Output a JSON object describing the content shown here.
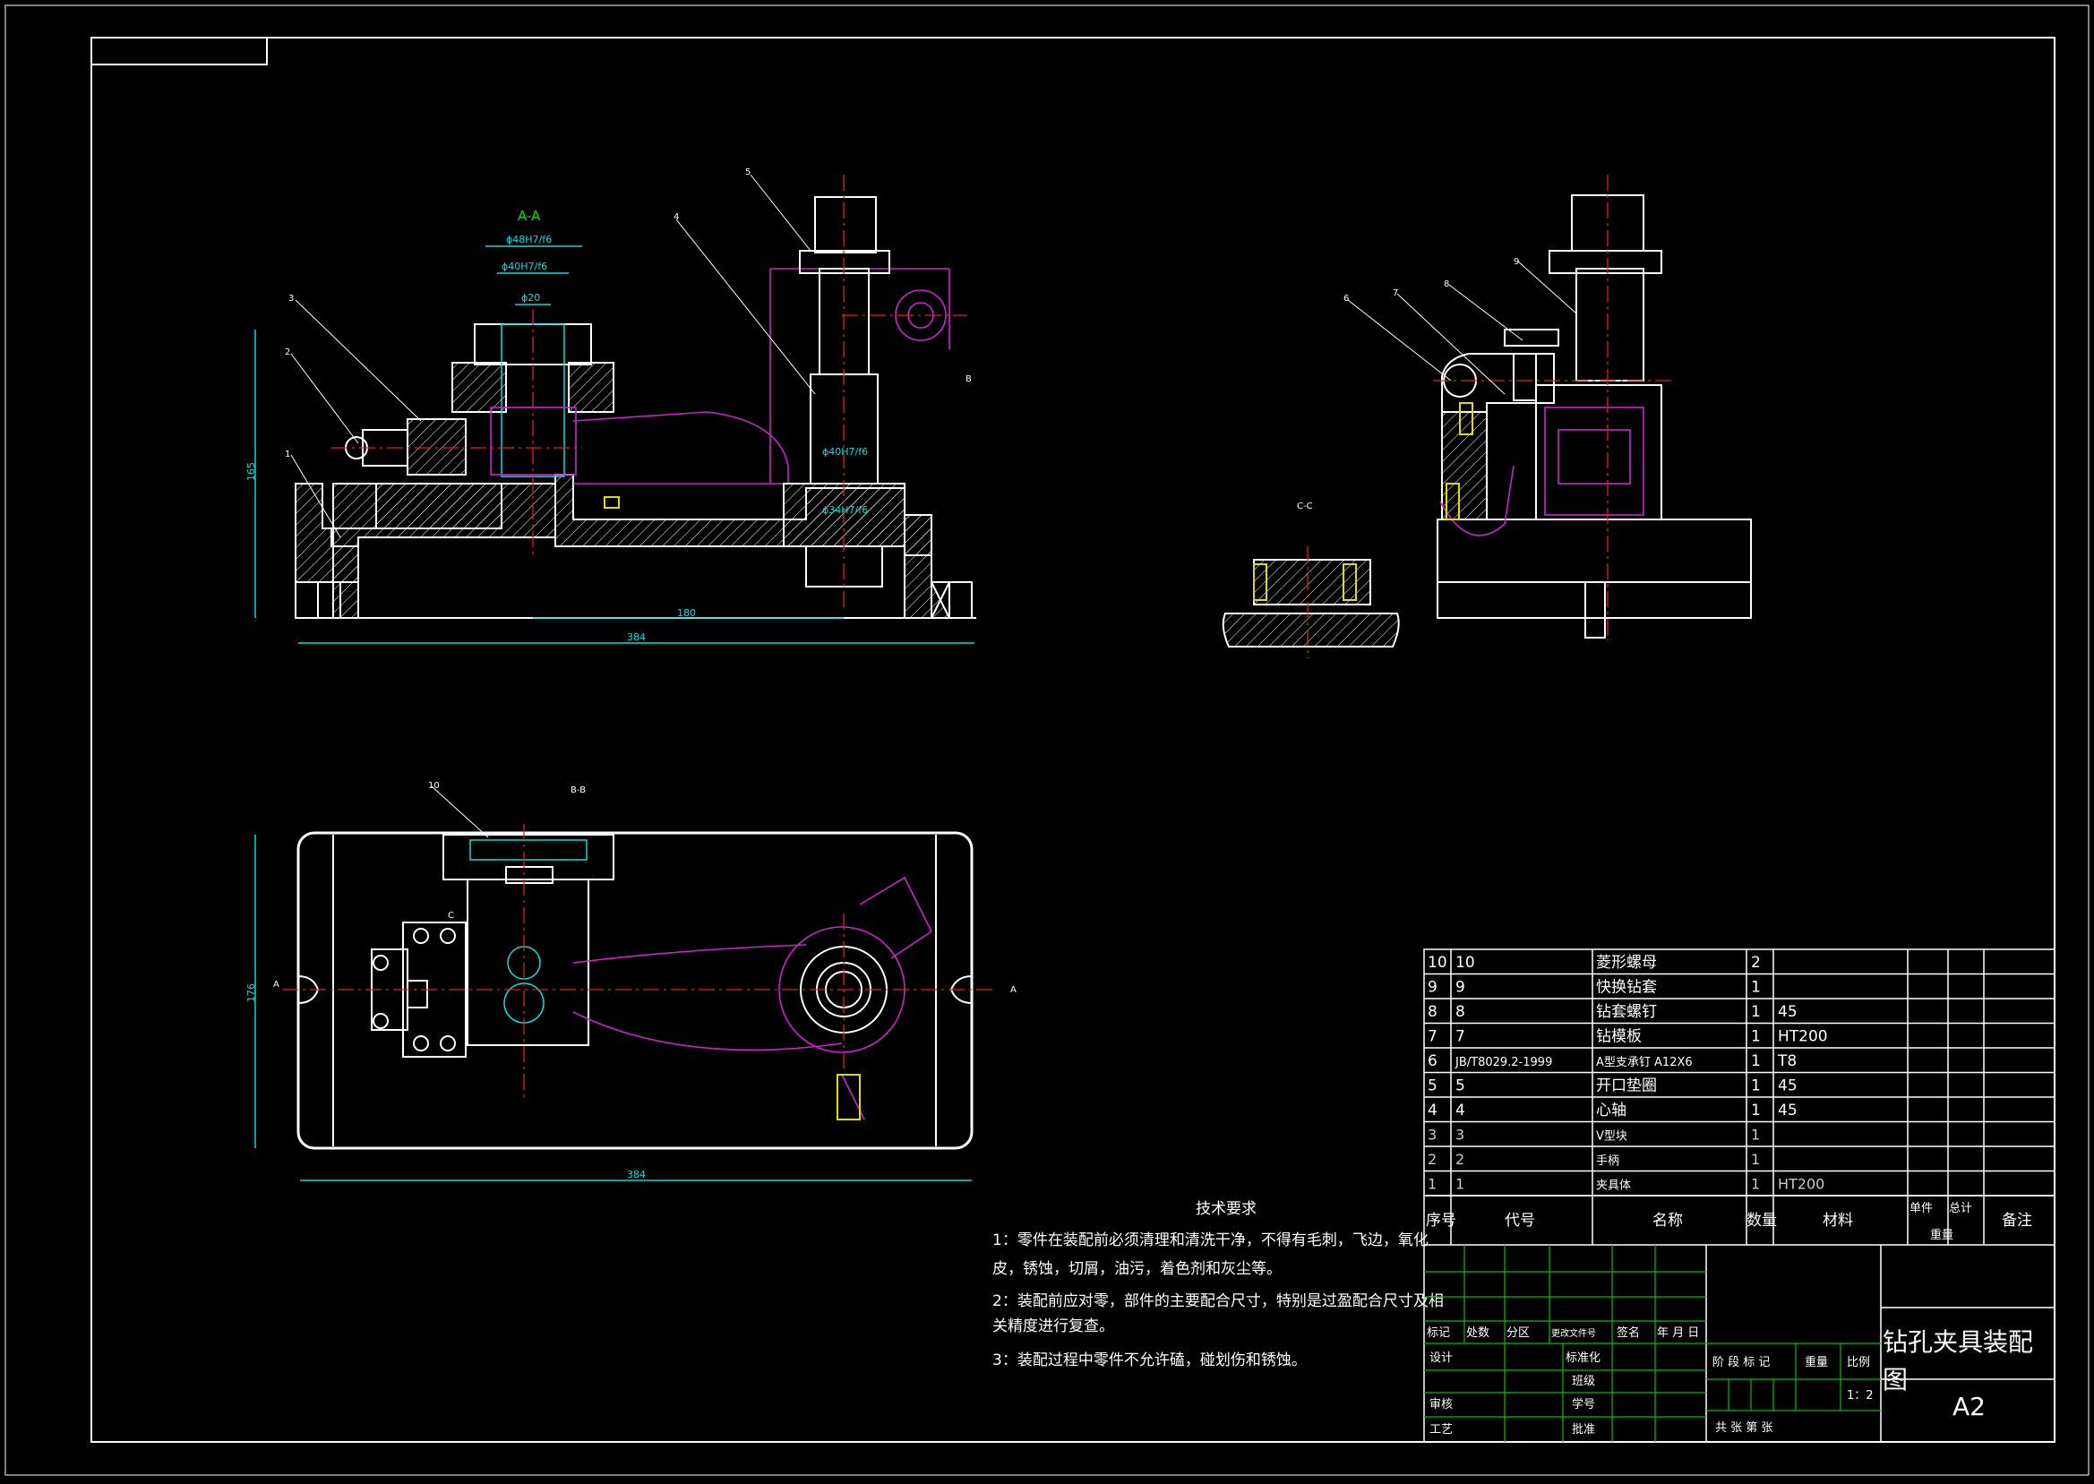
{
  "views": {
    "section_aa_label": "A-A",
    "section_cc_label": "C-C",
    "section_bb_label": "B-B",
    "arrow_a_label": "A",
    "arrow_b_label": "B",
    "arrow_c_label": "C",
    "callouts": [
      "1",
      "2",
      "3",
      "4",
      "5",
      "6",
      "7",
      "8",
      "9",
      "10"
    ]
  },
  "dimensions": {
    "fit_outer": "ϕ48H7/f6",
    "fit_mid": "ϕ40H7/f6",
    "dia_inner": "ϕ20",
    "shaft_fit_upper": "ϕ40H7/f6",
    "shaft_fit_lower": "ϕ34H7/f6",
    "height": "165",
    "center_distance": "180",
    "length_front": "384",
    "length_top": "384",
    "width_top": "176"
  },
  "parts_list": {
    "rows": [
      {
        "no": "10",
        "code": "10",
        "name": "菱形螺母",
        "qty": "2",
        "material": ""
      },
      {
        "no": "9",
        "code": "9",
        "name": "快换钻套",
        "qty": "1",
        "material": ""
      },
      {
        "no": "8",
        "code": "8",
        "name": "钻套螺钉",
        "qty": "1",
        "material": "45"
      },
      {
        "no": "7",
        "code": "7",
        "name": "钻模板",
        "qty": "1",
        "material": "HT200"
      },
      {
        "no": "6",
        "code": "JB/T8029.2-1999",
        "name": "A型支承钉 A12X6",
        "qty": "1",
        "material": "T8"
      },
      {
        "no": "5",
        "code": "5",
        "name": "开口垫圈",
        "qty": "1",
        "material": "45"
      },
      {
        "no": "4",
        "code": "4",
        "name": "心轴",
        "qty": "1",
        "material": "45"
      },
      {
        "no": "3",
        "code": "3",
        "name": "V型块",
        "qty": "1",
        "material": ""
      },
      {
        "no": "2",
        "code": "2",
        "name": "手柄",
        "qty": "1",
        "material": ""
      },
      {
        "no": "1",
        "code": "1",
        "name": "夹具体",
        "qty": "1",
        "material": "HT200"
      }
    ],
    "header": {
      "no": "序号",
      "code": "代号",
      "name": "名称",
      "qty": "数量",
      "material": "材料",
      "unit_weight": "单件",
      "total_weight": "总计",
      "weight": "重量",
      "remark": "备注"
    }
  },
  "tech_requirements": {
    "title": "技术要求",
    "items": [
      "1：零件在装配前必须清理和清洗干净，不得有毛刺，飞边，氧化",
      "皮，锈蚀，切屑，油污，着色剂和灰尘等。",
      "2：装配前应对零，部件的主要配合尺寸，特别是过盈配合尺寸及相",
      "关精度进行复查。",
      "3：装配过程中零件不允许磕，碰划伤和锈蚀。"
    ]
  },
  "title_block": {
    "revision_labels": [
      "标记",
      "处数",
      "分区",
      "更改文件号",
      "签名",
      "年 月 日"
    ],
    "role_labels": [
      "设计",
      "标准化",
      "审核",
      "工艺",
      "批准"
    ],
    "extra_labels": [
      "班级",
      "学号"
    ],
    "stage_label": "阶 段 标 记",
    "weight_label": "重量",
    "scale_label": "比例",
    "scale_value": "1：2",
    "sheet_label": "共  张 第  张",
    "drawing_title": "钻孔夹具装配图",
    "drawing_title_line1": "钻孔夹具装配",
    "drawing_title_line2": "图",
    "sheet_size": "A2"
  }
}
